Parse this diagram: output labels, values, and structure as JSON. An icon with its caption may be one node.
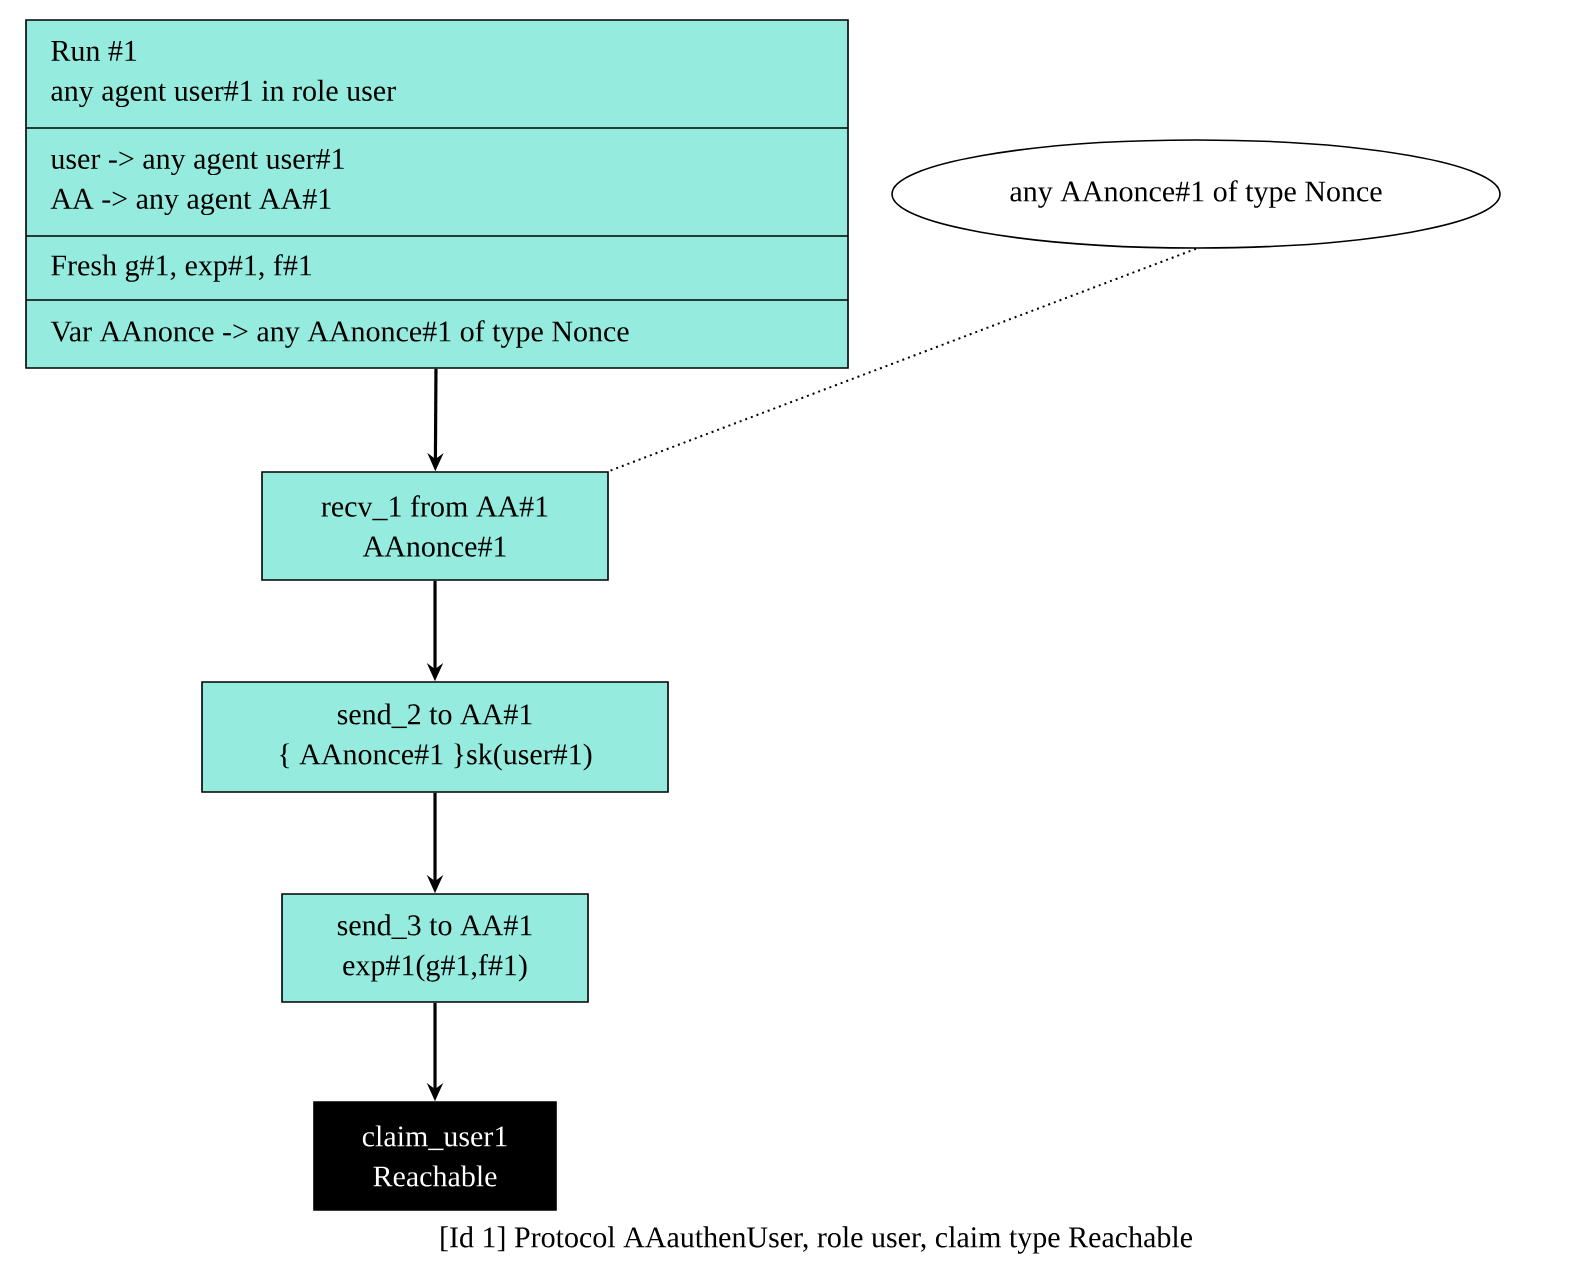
{
  "diagram": {
    "caption": "[Id 1] Protocol AAauthenUser, role user, claim type Reachable",
    "nodes": [
      {
        "text": [
          "Run #1",
          "any agent user#1 in role user",
          "user -> any agent user#1",
          "AA -> any agent AA#1",
          "Fresh g#1, exp#1, f#1",
          "Var AAnonce -> any AAnonce#1 of type Nonce"
        ]
      },
      {
        "text": [
          "any AAnonce#1 of type Nonce"
        ]
      },
      {
        "text": [
          "recv_1 from AA#1",
          "AAnonce#1"
        ]
      },
      {
        "text": [
          "send_2 to AA#1",
          "{ AAnonce#1 }sk(user#1)"
        ]
      },
      {
        "text": [
          "send_3 to AA#1",
          "exp#1(g#1,f#1)"
        ]
      },
      {
        "text": [
          "claim_user1",
          "Reachable"
        ]
      }
    ],
    "edges": [
      {
        "from": 0,
        "to": 2,
        "arrow": "to"
      },
      {
        "from": 1,
        "to": 2,
        "arrow": "none",
        "style": "dashed"
      },
      {
        "from": 2,
        "to": 3,
        "arrow": "to"
      },
      {
        "from": 3,
        "to": 4,
        "arrow": "to"
      },
      {
        "from": 4,
        "to": 5,
        "arrow": "to"
      }
    ]
  }
}
